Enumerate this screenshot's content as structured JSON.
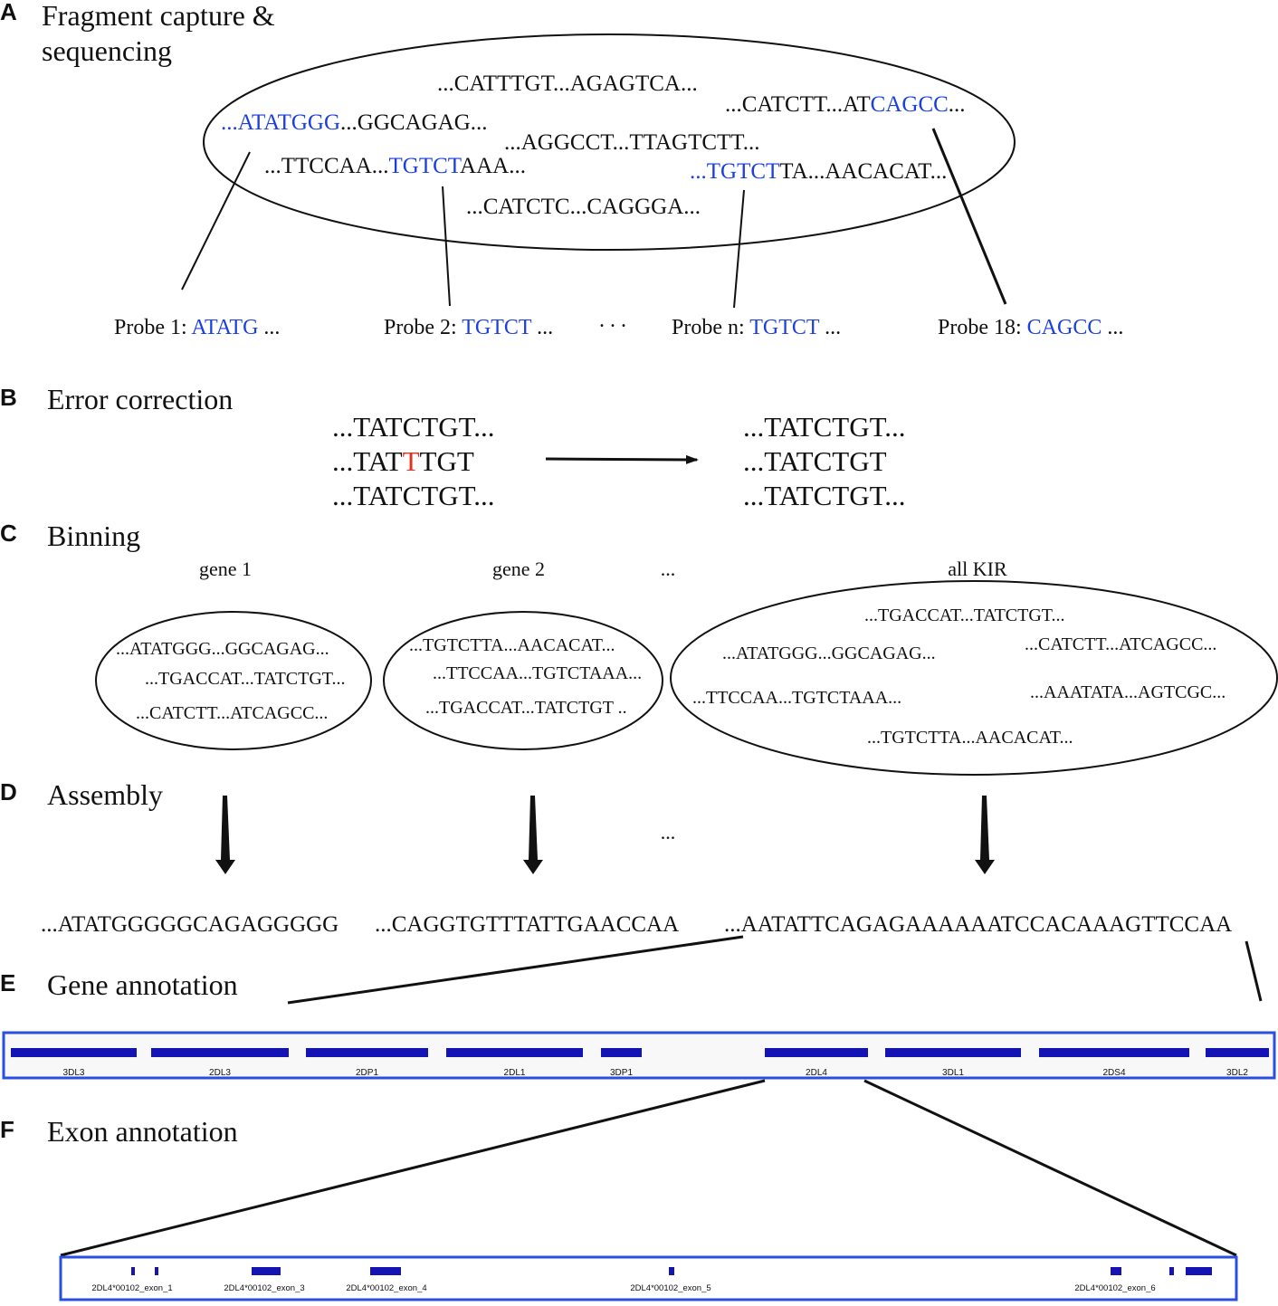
{
  "panels": {
    "A": {
      "letter": "A",
      "title_line1": "Fragment capture &",
      "title_line2": "sequencing",
      "fragments": [
        {
          "parts": [
            {
              "t": "...CATTTGT...AGAGTCA...",
              "c": "black"
            }
          ]
        },
        {
          "parts": [
            {
              "t": "...CATCTT...AT",
              "c": "black"
            },
            {
              "t": "CAGCC",
              "c": "blue"
            },
            {
              "t": "...",
              "c": "black"
            }
          ]
        },
        {
          "parts": [
            {
              "t": "...",
              "c": "blue"
            },
            {
              "t": "ATATGGG",
              "c": "blue"
            },
            {
              "t": "...GGCAGAG...",
              "c": "black"
            }
          ]
        },
        {
          "parts": [
            {
              "t": "...AGGCCT...TTAGTCTT...",
              "c": "black"
            }
          ]
        },
        {
          "parts": [
            {
              "t": "...TTCCAA...",
              "c": "black"
            },
            {
              "t": "TGTCT",
              "c": "blue"
            },
            {
              "t": "AAA...",
              "c": "black"
            }
          ]
        },
        {
          "parts": [
            {
              "t": "...",
              "c": "blue"
            },
            {
              "t": "TGTCT",
              "c": "blue"
            },
            {
              "t": "TA...AACACAT...",
              "c": "black"
            }
          ]
        },
        {
          "parts": [
            {
              "t": "...CATCTC...CAGGGA...",
              "c": "black"
            }
          ]
        }
      ],
      "probes": [
        {
          "label": "Probe 1: ",
          "seq": "ATATG",
          "tail": " ..."
        },
        {
          "label": "Probe 2: ",
          "seq": "TGTCT",
          "tail": " ..."
        },
        {
          "label": "Probe n: ",
          "seq": "TGTCT",
          "tail": " ..."
        },
        {
          "label": "Probe 18: ",
          "seq": "CAGCC",
          "tail": " ..."
        }
      ],
      "probe_gap": ". . ."
    },
    "B": {
      "letter": "B",
      "title": "Error correction",
      "before": [
        {
          "parts": [
            {
              "t": "...TATCTGT...",
              "c": "black"
            }
          ]
        },
        {
          "parts": [
            {
              "t": "...TAT",
              "c": "black"
            },
            {
              "t": "T",
              "c": "red"
            },
            {
              "t": "TGT",
              "c": "black"
            }
          ]
        },
        {
          "parts": [
            {
              "t": "...TATCTGT...",
              "c": "black"
            }
          ]
        }
      ],
      "after": [
        "...TATCTGT...",
        "...TATCTGT",
        "...TATCTGT..."
      ]
    },
    "C": {
      "letter": "C",
      "title": "Binning",
      "bins": [
        {
          "name": "gene 1",
          "reads": [
            "...ATATGGG...GGCAGAG...",
            "...TGACCAT...TATCTGT...",
            "...CATCTT...ATCAGCC..."
          ]
        },
        {
          "name": "gene 2",
          "reads": [
            "...TGTCTTA...AACACAT...",
            "...TTCCAA...TGTCTAAA...",
            "...TGACCAT...TATCTGT .."
          ]
        },
        {
          "name": "all KIR",
          "reads": [
            "...TGACCAT...TATCTGT...",
            "...ATATGGG...GGCAGAG...",
            "...CATCTT...ATCAGCC...",
            "...TTCCAA...TGTCTAAA...",
            "...AAATATA...AGTCGC...",
            "...TGTCTTA...AACACAT..."
          ]
        }
      ],
      "gap": "..."
    },
    "D": {
      "letter": "D",
      "title": "Assembly",
      "gap": "...",
      "contigs": [
        "...ATATGGGGGCAGAGGGGG",
        "...CAGGTGTTTATTGAACCAA",
        "...AATATTCAGAGAAAAAATCCACAAAGTTCCAA"
      ]
    },
    "E": {
      "letter": "E",
      "title": "Gene annotation",
      "genes": [
        "3DL3",
        "2DL3",
        "2DP1",
        "2DL1",
        "3DP1",
        "2DL4",
        "3DL1",
        "2DS4",
        "3DL2"
      ]
    },
    "F": {
      "letter": "F",
      "title": "Exon annotation",
      "exons": [
        "2DL4*00102_exon_1",
        "2DL4*00102_exon_3",
        "2DL4*00102_exon_4",
        "2DL4*00102_exon_5",
        "2DL4*00102_exon_6"
      ]
    }
  },
  "colors": {
    "text": "#111111",
    "probe_blue": "#1c3fe0",
    "error_red": "#e0321c",
    "track_bar": "#1414b4",
    "track_frame": "#2a4fe0"
  }
}
